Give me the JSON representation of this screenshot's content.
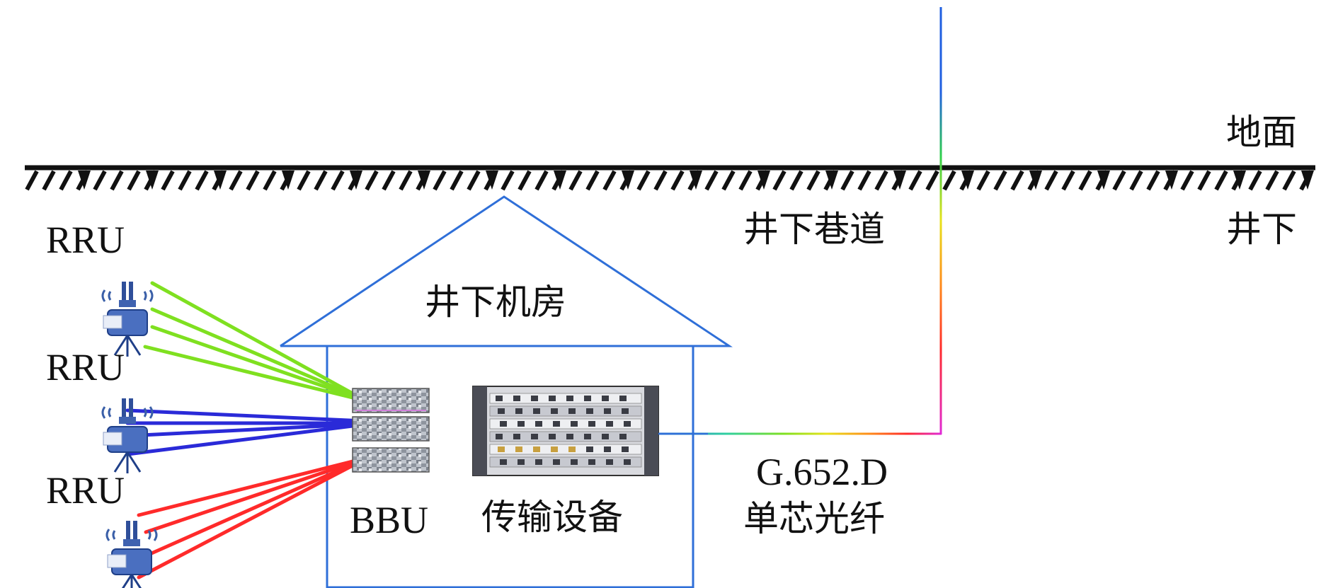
{
  "labels": {
    "ground": "地面",
    "underground": "井下",
    "tunnel": "井下巷道",
    "machine_room": "井下机房",
    "bbu": "BBU",
    "transmission": "传输设备",
    "fiber_model": "G.652.D",
    "fiber_type": "单芯光纤",
    "rru_1": "RRU",
    "rru_2": "RRU",
    "rru_3": "RRU"
  },
  "colors": {
    "house_outline": "#2f6fd8",
    "rru_link_1": "#7fe020",
    "rru_link_2": "#2a2ad8",
    "rru_link_3": "#ff2a2a",
    "ground_line": "#111111"
  },
  "icons": {
    "rru": "rru-antenna-icon",
    "bbu": "bbu-rack-icon",
    "transmission": "transmission-equipment-icon"
  }
}
